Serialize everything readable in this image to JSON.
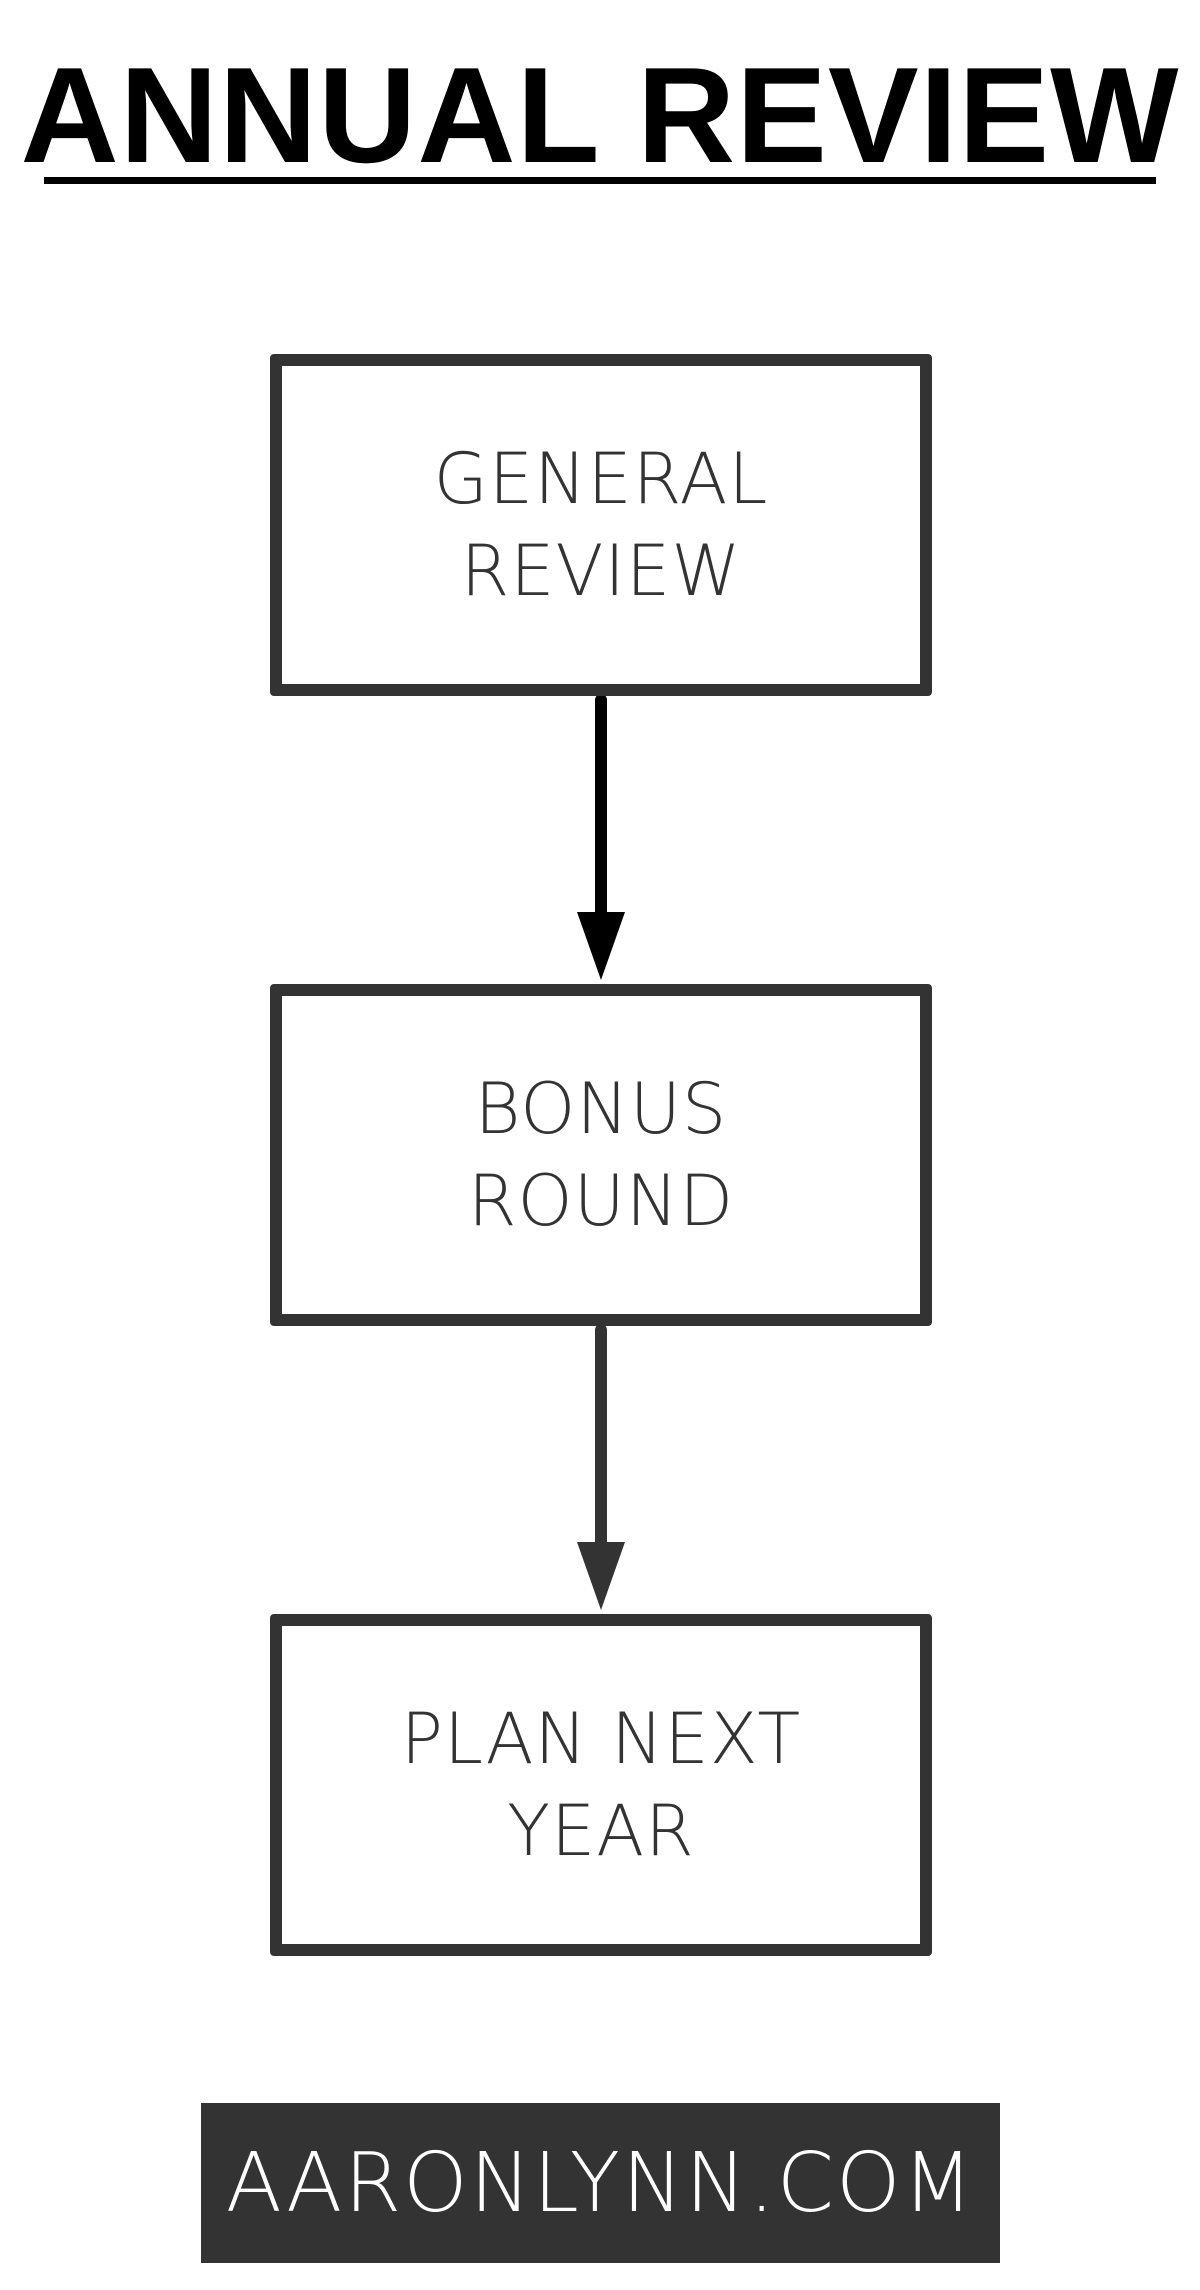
{
  "title": "ANNUAL REVIEW",
  "steps": [
    {
      "label_lines": [
        "GENERAL",
        "REVIEW"
      ]
    },
    {
      "label_lines": [
        "BONUS ROUND"
      ]
    },
    {
      "label_lines": [
        "PLAN NEXT",
        "YEAR"
      ]
    }
  ],
  "footer": {
    "text": "AARONLYNN.COM"
  },
  "colors": {
    "title": "#000000",
    "box_border": "#333333",
    "box_text": "#333333",
    "arrow_1": "#000000",
    "arrow_2": "#333333",
    "footer_bg": "#333333",
    "footer_text": "#ffffff"
  }
}
